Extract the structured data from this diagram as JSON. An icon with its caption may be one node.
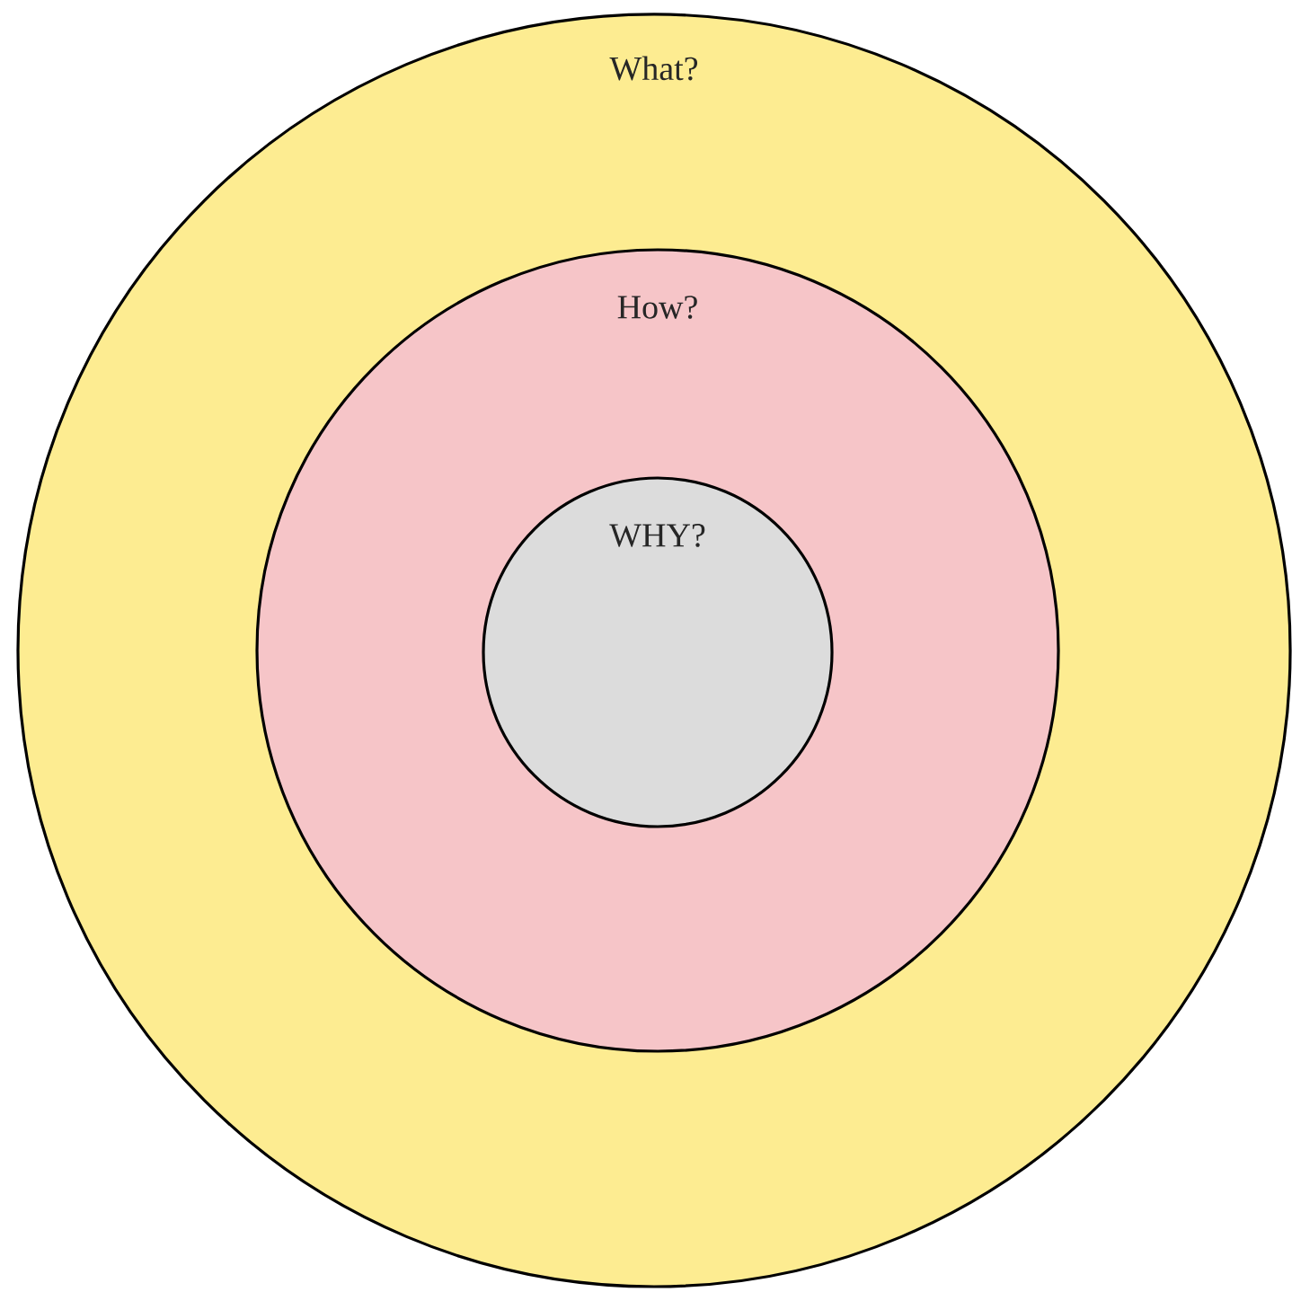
{
  "diagram": {
    "nodes": [
      {
        "text": [
          "What?"
        ]
      },
      {
        "text": [
          "How?"
        ],
        "in": 0
      },
      {
        "text": [
          "WHY?"
        ],
        "in": 1
      }
    ]
  }
}
